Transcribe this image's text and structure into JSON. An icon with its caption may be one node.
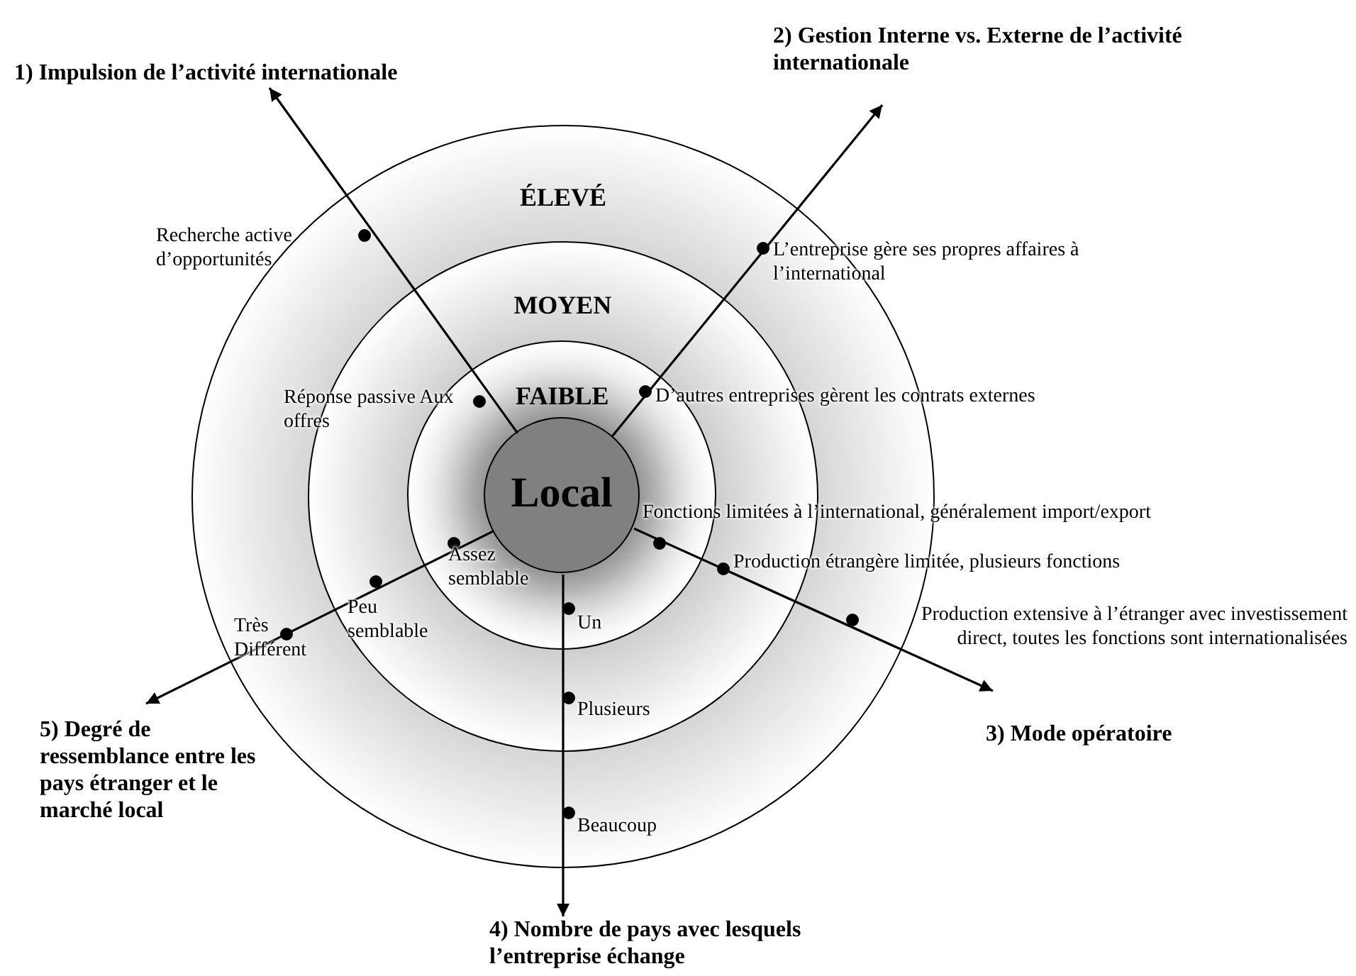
{
  "diagram": {
    "nodes": [
      {
        "text": [
          "ÉLEVÉ"
        ]
      },
      {
        "text": [
          "MOYEN"
        ],
        "in": 0
      },
      {
        "text": [
          "FAIBLE"
        ],
        "in": 1
      },
      {
        "text": [
          "Local"
        ],
        "in": 2
      },
      {
        "text": [
          "1) Impulsion de l’activité internationale"
        ]
      },
      {
        "text": [
          "2) Gestion Interne vs. Externe de l’activité internationale"
        ]
      },
      {
        "text": [
          "3) Mode opératoire"
        ]
      },
      {
        "text": [
          "4) Nombre de pays avec lesquels l’entreprise échange"
        ]
      },
      {
        "text": [
          "5) Degré de ressemblance entre les pays étranger et le marché local"
        ]
      }
    ],
    "edges": [
      {
        "from": 3,
        "to": 4,
        "arrow": "to"
      },
      {
        "from": 3,
        "to": 5,
        "arrow": "to"
      },
      {
        "from": 3,
        "to": 6,
        "arrow": "to"
      },
      {
        "from": 3,
        "to": 7,
        "arrow": "to"
      },
      {
        "from": 3,
        "to": 8,
        "arrow": "to"
      }
    ],
    "labels": [
      "Recherche active d’opportunités",
      "L’entreprise gère ses propres affaires à l’international",
      "Réponse passive Aux offres",
      "D’autres entreprises gèrent les contrats externes",
      "Fonctions limitées à l’international, généralement import/export",
      "Production étrangère limitée, plusieurs fonctions",
      "Production extensive à l’étranger avec investissement direct, toutes les fonctions sont internationalisées",
      "Assez semblable",
      "Peu semblable",
      "Très Différent",
      "Un",
      "Plusieurs",
      "Beaucoup"
    ]
  }
}
